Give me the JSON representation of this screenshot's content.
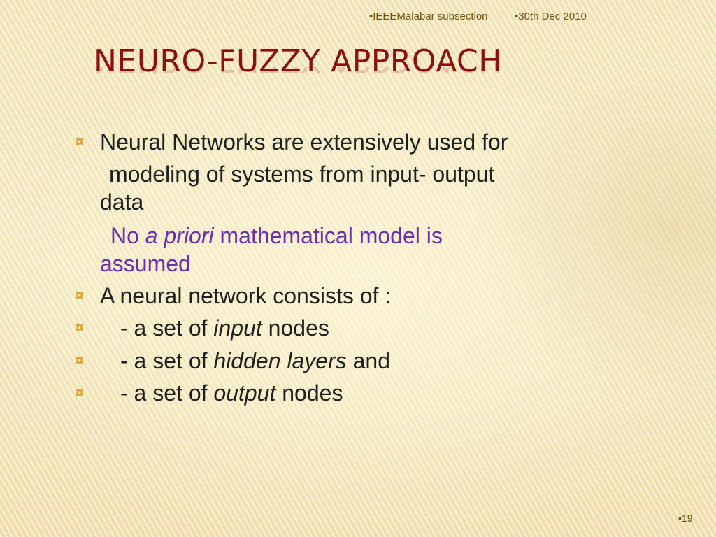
{
  "header": {
    "org": "•IEEEMalabar subsection",
    "date": "•30th Dec 2010"
  },
  "slide": {
    "title": "Neuro-Fuzzy Approach",
    "bullet_symbol": "¤",
    "lines": [
      "Neural Networks are extensively used for",
      "modeling of systems from input- output",
      "data",
      {
        "pre": "No ",
        "em": "a priori",
        "post": " mathematical model is"
      },
      "assumed",
      "A neural network consists of :",
      {
        "pre": "- a set of ",
        "em": "input",
        "post": " nodes"
      },
      {
        "pre": "- a set of ",
        "em": "hidden layers",
        "post": " and"
      },
      {
        "pre": "- a set of ",
        "em": "output",
        "post": " nodes"
      }
    ],
    "page_number": "•19"
  },
  "colors": {
    "title": "#8e0f0f",
    "bullet": "#d8a12a",
    "highlight": "#6a2fb0",
    "text": "#1e1e1e"
  }
}
